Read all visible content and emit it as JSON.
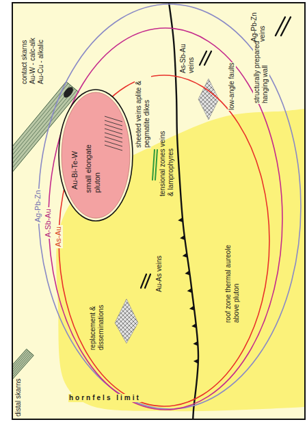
{
  "diagram": {
    "nodes": [
      {
        "text": [
          "Ag-Pb-Zn"
        ]
      },
      {
        "text": [
          "A-Sb-Au"
        ],
        "in": 0
      },
      {
        "text": [
          "As-Au"
        ],
        "in": 1
      },
      {
        "text": [
          "Au-Bi-Te-W",
          "small elongate pluton"
        ],
        "in": 2
      }
    ],
    "labels": [
      "contact skarns",
      "Au-W - calc-alk",
      "Au-Cu - alkalic",
      "distal skarns",
      "hornfels limit",
      "sheeted veins aplite & pegmatite dikes",
      "tensional zones veins & lamprophyres",
      "Au-As veins",
      "replacement & disseminations",
      "As-Sb-Au veins",
      "low-angle faults",
      "structurally prepared hanging wall",
      "roof zone thermal aureole above pluton",
      "Ag-Pb-Zn veins"
    ]
  }
}
